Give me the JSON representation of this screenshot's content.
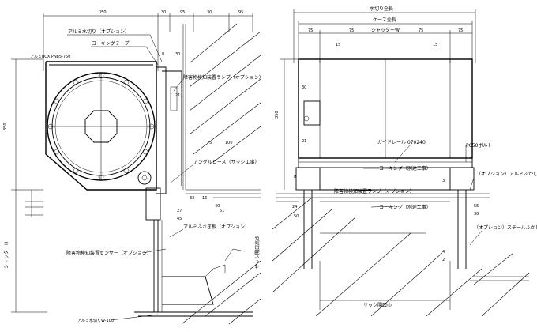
{
  "left_view": {
    "dims_top": [
      "350",
      "30",
      "95",
      "30",
      "95"
    ],
    "dim_left_vertical": "350",
    "dim_shutter_height": "シャッターH",
    "labels": {
      "flashing": "アルミ水切り（オプション）",
      "caulking_tape": "コーキングテープ",
      "box_material": "アルミBOX PN85-750",
      "obstacle_lamp": "障害物検知装置ランプ（オプション）",
      "angle_piece": "アングルピース（サッシ工事）",
      "aluminum_sash_plate": "アルミふさぎ板（オプション）",
      "obstacle_sensor": "障害物検知装置センサー（オプション）",
      "sash_opening_height": "サッシ開口高さ",
      "bottom_flashing": "アルミ水切りW-100"
    },
    "small_dims": [
      "8",
      "30",
      "21",
      "75",
      "100",
      "27",
      "45",
      "32",
      "16",
      "40",
      "51"
    ]
  },
  "right_view": {
    "dims_top": {
      "flashing_total": "水切り全長",
      "case_total": "ケース全長",
      "shutter_w": "シャッターW",
      "side_75_left": "75",
      "side_75_right": "75",
      "inner_75_left": "75",
      "inner_75_right": "75",
      "mid_15_left": "15",
      "mid_15_right": "15"
    },
    "dim_left_vertical": "350",
    "labels": {
      "guide_rail": "ガイドレール 070240",
      "pc_bolt": "PC50ボルト",
      "caulking_1": "コーキング（別途工事）",
      "obstacle_lamp": "障害物検知装置ランプ（オプション）",
      "caulking_2": "コーキング（別途工事）",
      "option_flashing": "（オプション）アルミふかし材",
      "option_steel": "（オプション）スチールふかし材",
      "sash_opening_width": "サッシ開口巾"
    },
    "small_dims": [
      "30",
      "21",
      "8",
      "24",
      "50",
      "3",
      "55",
      "30",
      "4",
      "2"
    ]
  }
}
